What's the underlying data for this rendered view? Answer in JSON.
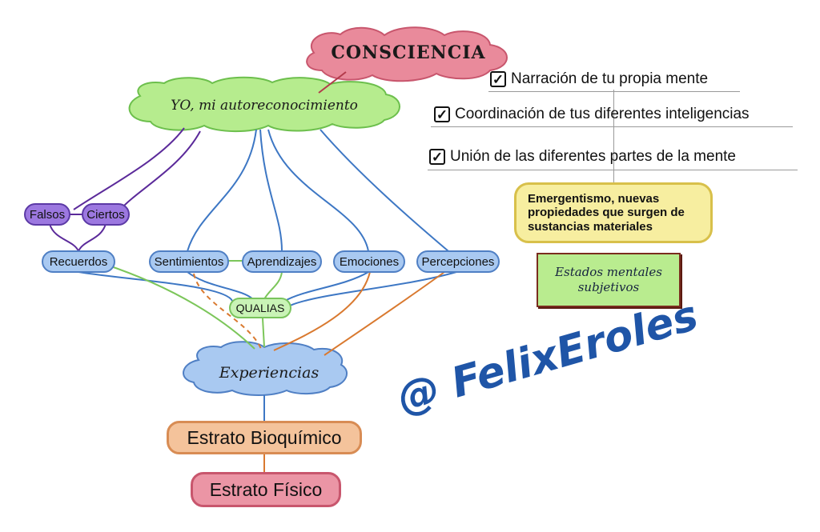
{
  "nodes": {
    "consciencia": "CONSCIENCIA",
    "yo": "YO, mi autoreconocimiento",
    "falsos": "Falsos",
    "ciertos": "Ciertos",
    "recuerdos": "Recuerdos",
    "sentimientos": "Sentimientos",
    "aprendizajes": "Aprendizajes",
    "emociones": "Emociones",
    "percepciones": "Percepciones",
    "qualias": "QUALIAS",
    "experiencias": "Experiencias",
    "estrato_bioquimico": "Estrato Bioquímico",
    "estrato_fisico": "Estrato Físico"
  },
  "checklist": [
    {
      "checked": true,
      "label": "Narración de tu propia mente"
    },
    {
      "checked": true,
      "label": "Coordinación de tus diferentes inteligencias"
    },
    {
      "checked": true,
      "label": "Unión de las diferentes partes de la mente"
    }
  ],
  "emergentismo": "Emergentismo, nuevas propiedades que surgen de sustancias materiales",
  "estados": "Estados mentales subjetivos",
  "watermark": "@ FelixEroles",
  "colors": {
    "consciencia_fill": "#e98a9b",
    "consciencia_stroke": "#c8566d",
    "yo_fill": "#b6ec8e",
    "yo_stroke": "#6cbf4c",
    "experiencias_fill": "#a9c9f1",
    "experiencias_stroke": "#4f7fc4",
    "link_blue": "#3d77c4",
    "link_purple": "#5b2a9a",
    "link_green": "#7cc65a",
    "link_orange": "#d9792f",
    "link_red": "#b33a4a",
    "watermark": "#1f55a7"
  }
}
